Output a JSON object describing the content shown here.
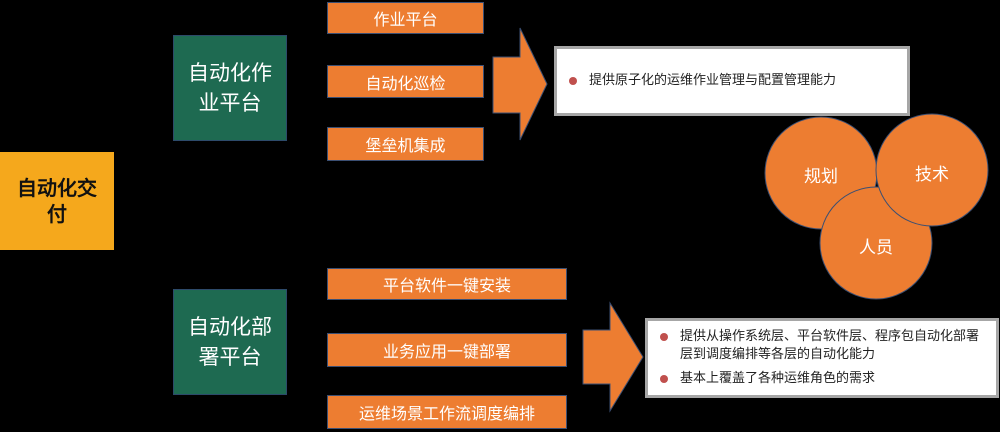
{
  "root": {
    "label": "自动化交付"
  },
  "branches": [
    {
      "label": "自动化作业平台",
      "items": [
        "作业平台",
        "自动化巡检",
        "堡垒机集成"
      ],
      "description": [
        "提供原子化的运维作业管理与配置管理能力"
      ]
    },
    {
      "label": "自动化部署平台",
      "items": [
        "平台软件一键安装",
        "业务应用一键部署",
        "运维场景工作流调度编排"
      ],
      "description": [
        "提供从操作系统层、平台软件层、程序包自动化部署层到调度编排等各层的自动化能力",
        "基本上覆盖了各种运维角色的需求"
      ]
    }
  ],
  "roles": [
    "规划",
    "技术",
    "人员"
  ],
  "colors": {
    "root": "#f5a81c",
    "green": "#1e6a51",
    "orange": "#ed7d31",
    "bullet": "#c0504d"
  }
}
